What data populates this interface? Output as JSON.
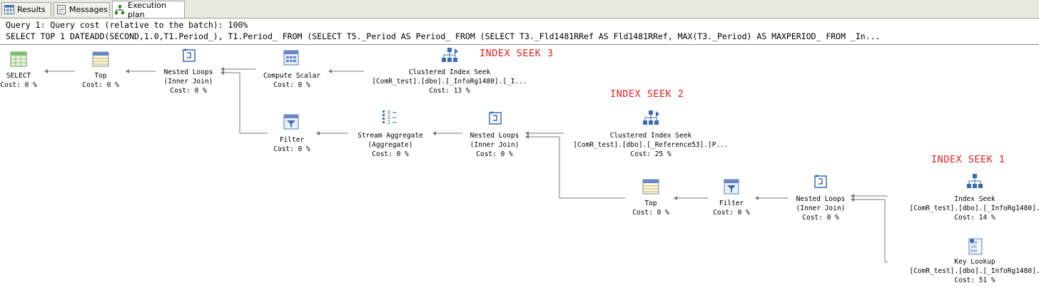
{
  "tabs": [
    {
      "label": "Results",
      "icon": "results-grid-icon"
    },
    {
      "label": "Messages",
      "icon": "messages-icon"
    },
    {
      "label": "Execution plan",
      "icon": "execution-plan-icon"
    }
  ],
  "header": {
    "line1": "Query 1: Query cost (relative to the batch): 100%",
    "line2": "SELECT TOP 1 DATEADD(SECOND,1.0,T1.Period_), T1.Period_ FROM (SELECT T5._Period AS Period_ FROM (SELECT T3._Fld1481RRef AS Fld1481RRef, MAX(T3._Period) AS MAXPERIOD_ FROM _In..."
  },
  "nodes": {
    "select": {
      "l1": "SELECT",
      "l2": "Cost: 0 %"
    },
    "top1": {
      "l1": "Top",
      "l2": "Cost: 0 %"
    },
    "nl1": {
      "l1": "Nested Loops",
      "l2": "(Inner Join)",
      "l3": "Cost: 0 %"
    },
    "cs": {
      "l1": "Compute Scalar",
      "l2": "Cost: 0 %"
    },
    "cis3": {
      "l1": "Clustered Index Seek",
      "l2": "[ComR_test].[dbo].[_InfoRg1480].[_I...",
      "l3": "Cost: 13 %"
    },
    "filter1": {
      "l1": "Filter",
      "l2": "Cost: 0 %"
    },
    "sa": {
      "l1": "Stream Aggregate",
      "l2": "(Aggregate)",
      "l3": "Cost: 0 %"
    },
    "nl2": {
      "l1": "Nested Loops",
      "l2": "(Inner Join)",
      "l3": "Cost: 0 %"
    },
    "cis2": {
      "l1": "Clustered Index Seek",
      "l2": "[ComR_test].[dbo].[_Reference53].[P...",
      "l3": "Cost: 25 %"
    },
    "top2": {
      "l1": "Top",
      "l2": "Cost: 0 %"
    },
    "filter2": {
      "l1": "Filter",
      "l2": "Cost: 0 %"
    },
    "nl3": {
      "l1": "Nested Loops",
      "l2": "(Inner Join)",
      "l3": "Cost: 0 %"
    },
    "is1": {
      "l1": "Index Seek",
      "l2": "[ComR_test].[dbo].[_InfoRg1480].",
      "l3": "Cost: 14 %"
    },
    "kl": {
      "l1": "Key Lookup",
      "l2": "[ComR_test].[dbo].[_InfoRg1480].",
      "l3": "Cost: 51 %"
    }
  },
  "annotations": {
    "seek3": "INDEX SEEK 3",
    "seek2": "INDEX SEEK 2",
    "seek1": "INDEX SEEK 1"
  },
  "colors": {
    "annotation": "#e02020",
    "link": "#7a7a7a"
  }
}
